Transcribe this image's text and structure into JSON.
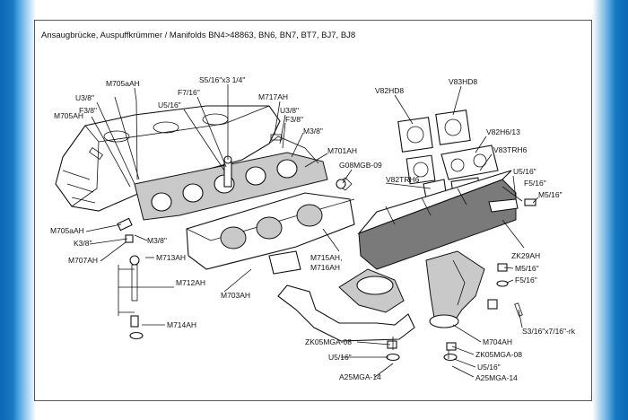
{
  "title": "Ansaugbrücke, Auspuffkrümmer / Manifolds BN4>48863, BN6, BN7, BT7, BJ7, BJ8",
  "labels": {
    "m705aah_top": "M705aAH",
    "u3_8_a": "U3/8\"",
    "f3_16_a": "F3/8\"",
    "m705ah": "M705AH",
    "s5_16x3": "S5/16\"x3 1/4\"",
    "f7_16": "F7/16\"",
    "u5_16_a": "U5/16\"",
    "m717ah": "M717AH",
    "u3_8_b": "U3/8\"",
    "f3_8_b": "F3/8\"",
    "m3_8_a": "M3/8\"",
    "m701ah": "M701AH",
    "g08mgb": "G08MGB-09",
    "v82hd8": "V82HD8",
    "v83hd8": "V83HD8",
    "v82h6": "V82H6/13",
    "v83trh6": "V83TRH6",
    "v82trh6": "V82TRH6",
    "u5_16_b": "U5/16\"",
    "f5_16_a": "F5/16\"",
    "m5_16_a": "M5/16\"",
    "m705aah": "M705aAH",
    "k3_8": "K3/8\"",
    "m707ah": "M707AH",
    "m3_8_b": "M3/8\"",
    "m713ah": "M713AH",
    "m712ah": "M712AH",
    "m714ah": "M714AH",
    "m703ah": "M703AH",
    "m715ah": "M715AH,",
    "m716ah": "M716AH",
    "zk29ah": "ZK29AH",
    "m5_16_b": "M5/16\"",
    "f5_16_b": "F5/16\"",
    "s3_16": "S3/16\"x7/16\"-rk",
    "m704ah": "M704AH",
    "zk05_a": "ZK05MGA-08",
    "u5_16_c": "U5/16\"",
    "a25_a": "A25MGA-14",
    "zk05_b": "ZK05MGA-08",
    "u5_16_d": "U5/16\"",
    "a25_b": "A25MGA-14"
  },
  "colors": {
    "frame_blue": "#0a68b4",
    "line": "#111111",
    "shade": "#c9c9c9"
  }
}
